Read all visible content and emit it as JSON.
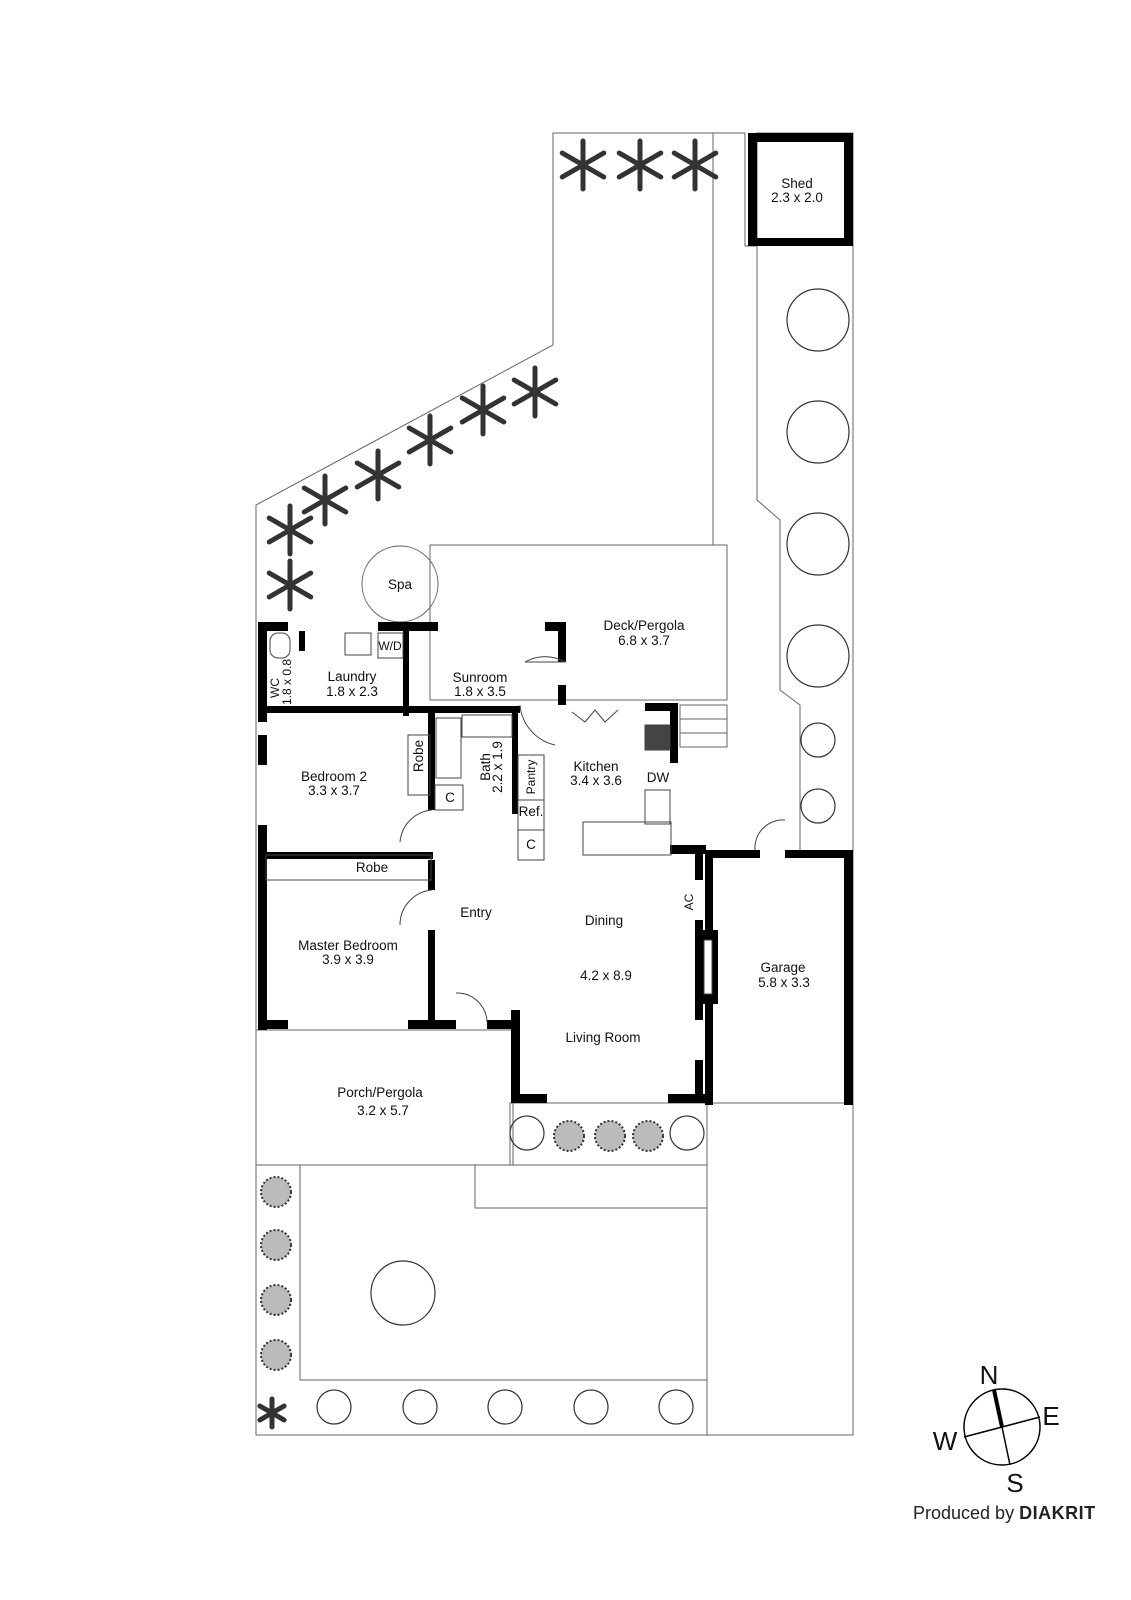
{
  "rooms": {
    "shed": {
      "name": "Shed",
      "size": "2.3 x 2.0"
    },
    "spa": {
      "name": "Spa"
    },
    "deck": {
      "name": "Deck/Pergola",
      "size": "6.8 x 3.7"
    },
    "wc": {
      "name": "WC",
      "size": "1.8 x 0.8"
    },
    "laundry": {
      "name": "Laundry",
      "size": "1.8 x 2.3",
      "wd": "W/D"
    },
    "sunroom": {
      "name": "Sunroom",
      "size": "1.8 x 3.5"
    },
    "bedroom2": {
      "name": "Bedroom 2",
      "size": "3.3 x 3.7",
      "robe": "Robe"
    },
    "bath": {
      "name": "Bath",
      "size": "2.2 x 1.9"
    },
    "closet1": "C",
    "pantry": "Pantry",
    "ref": "Ref.",
    "closet2": "C",
    "kitchen": {
      "name": "Kitchen",
      "size": "3.4 x 3.6",
      "dw": "DW"
    },
    "master": {
      "name": "Master Bedroom",
      "size": "3.9 x 3.9",
      "robe": "Robe"
    },
    "entry": {
      "name": "Entry"
    },
    "dining": {
      "name": "Dining"
    },
    "living_size": "4.2 x 8.9",
    "living": {
      "name": "Living Room"
    },
    "ac": "AC",
    "garage": {
      "name": "Garage",
      "size": "5.8 x 3.3"
    },
    "porch": {
      "name": "Porch/Pergola",
      "size": "3.2 x 5.7"
    }
  },
  "compass": {
    "n": "N",
    "e": "E",
    "s": "S",
    "w": "W",
    "icon": "compass-icon"
  },
  "credit": {
    "prefix": "Produced by",
    "brand": "DIAKRIT"
  },
  "colors": {
    "wall": "#000000",
    "line": "#555555",
    "background": "#ffffff"
  }
}
